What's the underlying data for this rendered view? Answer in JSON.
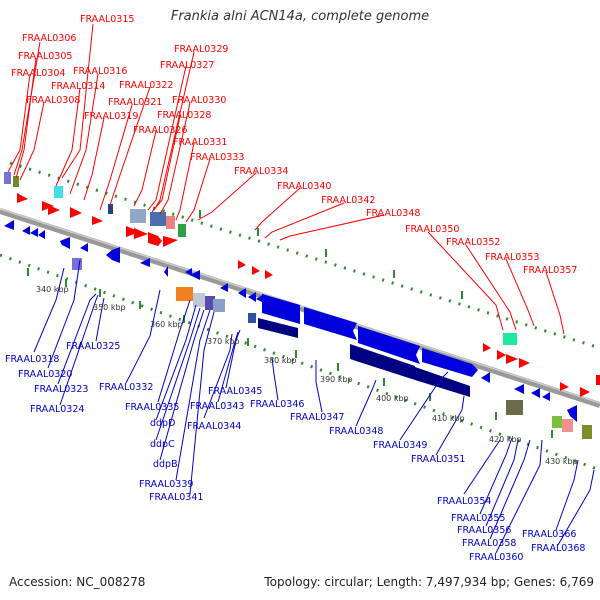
{
  "header": {
    "title": "Frankia alni ACN14a, complete genome"
  },
  "footer": {
    "accession": "Accession: NC_008278",
    "stats": "Topology: circular; Length: 7,497,934 bp; Genes: 6,769"
  },
  "colors": {
    "forward": "#ff0000",
    "reverse": "#0000cc",
    "backbone": "#999999"
  },
  "top_labels": [
    "FRAAL0315",
    "FRAAL0306",
    "FRAAL0305",
    "FRAAL0304",
    "FRAAL0316",
    "FRAAL0314",
    "FRAAL0308",
    "FRAAL0322",
    "FRAAL0321",
    "FRAAL0319",
    "FRAAL0329",
    "FRAAL0327",
    "FRAAL0330",
    "FRAAL0328",
    "FRAAL0326",
    "FRAAL0331",
    "FRAAL0333",
    "FRAAL0334",
    "FRAAL0340",
    "FRAAL0342",
    "FRAAL0348",
    "FRAAL0350",
    "FRAAL0352",
    "FRAAL0353",
    "FRAAL0357"
  ],
  "bottom_labels": [
    "FRAAL0318",
    "FRAAL0320",
    "FRAAL0323",
    "FRAAL0324",
    "FRAAL0325",
    "FRAAL0332",
    "FRAAL0335",
    "ddpD",
    "ddpC",
    "ddpB",
    "FRAAL0339",
    "FRAAL0341",
    "FRAAL0345",
    "FRAAL0343",
    "FRAAL0344",
    "FRAAL0346",
    "FRAAL0347",
    "FRAAL0348",
    "FRAAL0349",
    "FRAAL0351",
    "FRAAL0354",
    "FRAAL0355",
    "FRAAL0356",
    "FRAAL0358",
    "FRAAL0360",
    "FRAAL0366",
    "FRAAL0368"
  ],
  "scale_labels": [
    "340 kbp",
    "350 kbp",
    "360 kbp",
    "370 kbp",
    "380 kbp",
    "390 kbp",
    "400 kbp",
    "410 kbp",
    "420 kbp",
    "430 kbp"
  ]
}
